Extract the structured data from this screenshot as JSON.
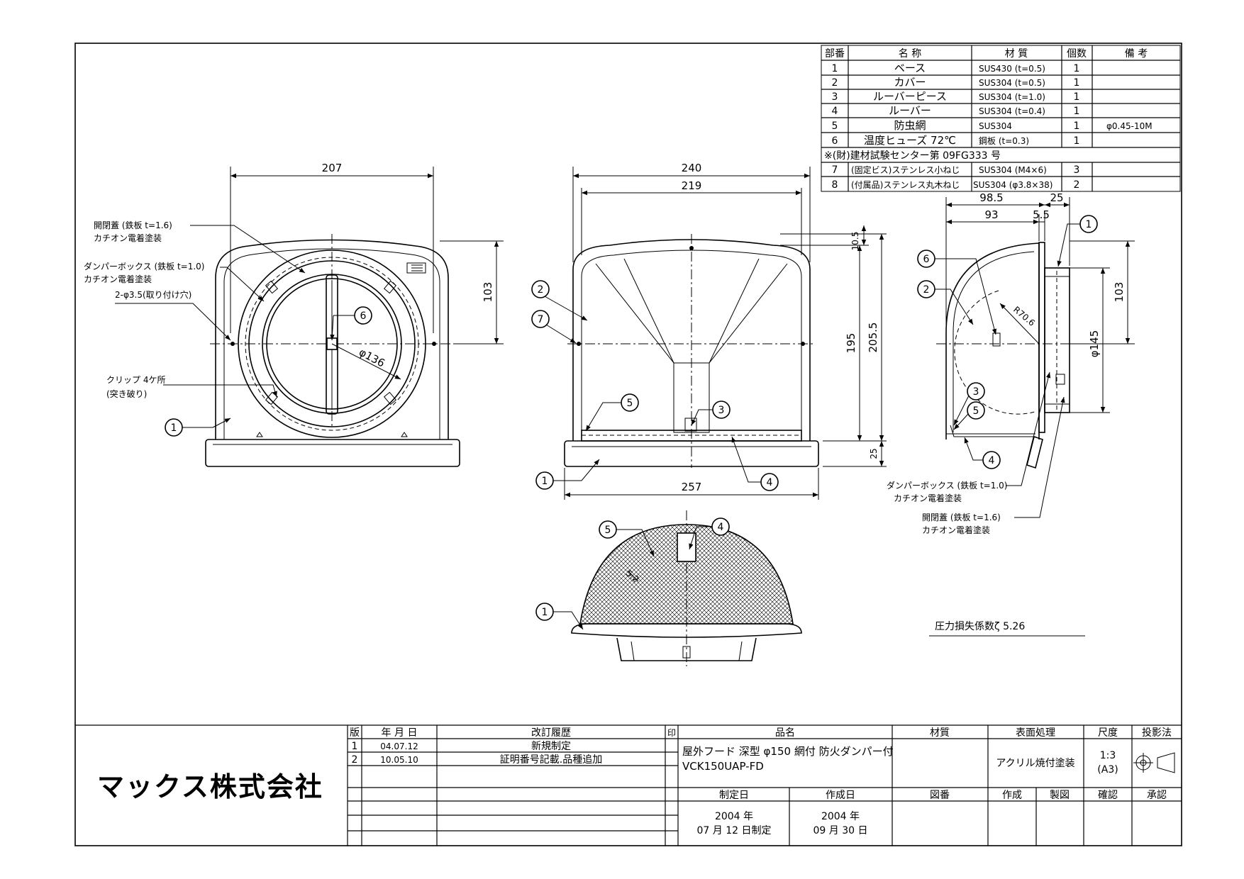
{
  "parts_table": {
    "headers": [
      "部番",
      "名 称",
      "材 質",
      "個数",
      "備 考"
    ],
    "rows": [
      {
        "no": "1",
        "name": "ベース",
        "material": "SUS430 (t=0.5)",
        "qty": "1",
        "note": ""
      },
      {
        "no": "2",
        "name": "カバー",
        "material": "SUS304 (t=0.5)",
        "qty": "1",
        "note": ""
      },
      {
        "no": "3",
        "name": "ルーバーピース",
        "material": "SUS304 (t=1.0)",
        "qty": "1",
        "note": ""
      },
      {
        "no": "4",
        "name": "ルーバー",
        "material": "SUS304 (t=0.4)",
        "qty": "1",
        "note": ""
      },
      {
        "no": "5",
        "name": "防虫網",
        "material": "SUS304",
        "qty": "1",
        "note": "φ0.45-10M"
      },
      {
        "no": "6",
        "name": "温度ヒューズ 72℃",
        "material": "鋼板 (t=0.3)",
        "qty": "1",
        "note": ""
      }
    ],
    "certification": "※(財)建材試験センター第 09FG333 号",
    "extra_rows": [
      {
        "no": "7",
        "name": "(固定ビス)ステンレス小ねじ",
        "material": "SUS304 (M4×6)",
        "qty": "3",
        "note": ""
      },
      {
        "no": "8",
        "name": "(付属品)ステンレス丸木ねじ",
        "material": "SUS304 (φ3.8×38)",
        "qty": "2",
        "note": ""
      }
    ]
  },
  "front_view": {
    "dim_width": "207",
    "dim_height": "103",
    "dim_diameter": "φ136",
    "note_lid": [
      "開閉蓋 (鉄板 t=1.6)",
      "カチオン電着塗装"
    ],
    "note_damper": [
      "ダンパーボックス (鉄板 t=1.0)",
      "カチオン電着塗装"
    ],
    "note_holes": "2-φ3.5(取り付け穴)",
    "note_clip": [
      "クリップ 4ケ所",
      "(突き破り)"
    ]
  },
  "side_view": {
    "dim_240": "240",
    "dim_219": "219",
    "dim_257": "257",
    "dim_105": "10.5",
    "dim_195": "195",
    "dim_2055": "205.5",
    "dim_25": "25"
  },
  "right_view": {
    "dim_985": "98.5",
    "dim_25": "25",
    "dim_93": "93",
    "dim_55": "5.5",
    "dim_103": "103",
    "dim_145": "φ145",
    "dim_r": "R70.6",
    "note_damper": [
      "ダンパーボックス (鉄板 t=1.0)",
      "カチオン電着塗装"
    ],
    "note_lid": [
      "開閉蓋 (鉄板 t=1.6)",
      "カチオン電着塗装"
    ]
  },
  "bottom_view": {
    "dim_pitch": "5.2"
  },
  "pressure_loss": "圧力損失係数ζ 5.26",
  "balloons": [
    "1",
    "2",
    "3",
    "4",
    "5",
    "6",
    "7"
  ],
  "title_block": {
    "company": "マックス株式会社",
    "rev_headers": {
      "ver": "版",
      "date": "年 月 日",
      "history": "改訂履歴",
      "mark": "印"
    },
    "revisions": [
      {
        "ver": "1",
        "date": "04.07.12",
        "desc": "新規制定"
      },
      {
        "ver": "2",
        "date": "10.05.10",
        "desc": "証明番号記載.品種追加"
      }
    ],
    "label_product": "品名",
    "product_name": "屋外フード 深型 φ150 網付 防火ダンパー付",
    "product_code": "VCK150UAP-FD",
    "label_material": "材質",
    "label_surface": "表面処理",
    "surface": "アクリル焼付塗装",
    "label_scale": "尺度",
    "scale": "1:3",
    "sheet": "(A3)",
    "label_projection": "投影法",
    "label_established": "制定日",
    "label_created": "作成日",
    "label_drawing_no": "図番",
    "label_author": "作成",
    "label_drafter": "製図",
    "label_check": "確認",
    "label_approve": "承認",
    "established": [
      "2004 年",
      "07 月 12 日制定"
    ],
    "created": [
      "2004 年",
      "09 月 30 日"
    ]
  }
}
